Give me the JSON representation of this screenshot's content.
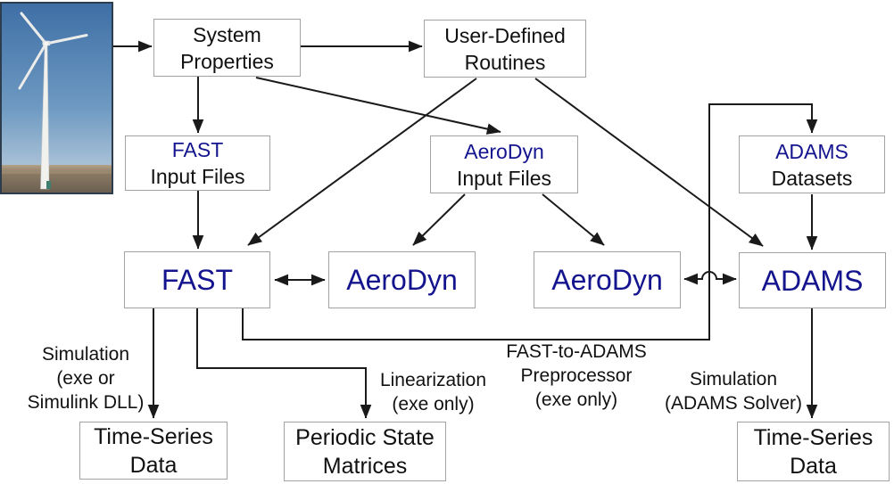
{
  "diagram": {
    "colors": {
      "accent": "#14148F",
      "box_border": "#A3A3A3",
      "arrow": "#1A1A1A",
      "text": "#111111"
    },
    "photo": {
      "name": "wind-turbine-photo"
    },
    "boxes": {
      "system_properties": {
        "line1": "System",
        "line2": "Properties"
      },
      "user_defined_routines": {
        "line1": "User-Defined",
        "line2": "Routines"
      },
      "fast_input_files": {
        "line1": "FAST",
        "line2": "Input Files"
      },
      "aerodyn_input_files": {
        "line1": "AeroDyn",
        "line2": "Input Files"
      },
      "adams_datasets": {
        "line1": "ADAMS",
        "line2": "Datasets"
      },
      "fast": {
        "label": "FAST"
      },
      "aerodyn_left": {
        "label": "AeroDyn"
      },
      "aerodyn_right": {
        "label": "AeroDyn"
      },
      "adams": {
        "label": "ADAMS"
      },
      "time_series_left": {
        "line1": "Time-Series",
        "line2": "Data"
      },
      "periodic_state_matrices": {
        "line1": "Periodic State",
        "line2": "Matrices"
      },
      "time_series_right": {
        "line1": "Time-Series",
        "line2": "Data"
      }
    },
    "labels": {
      "simulation_left": {
        "line1": "Simulation",
        "line2": "(exe or",
        "line3": "Simulink DLL)"
      },
      "linearization": {
        "line1": "Linearization",
        "line2": "(exe only)"
      },
      "fast_to_adams_preprocessor": {
        "line1": "FAST-to-ADAMS",
        "line2": "Preprocessor",
        "line3": "(exe only)"
      },
      "simulation_right": {
        "line1": "Simulation",
        "line2": "(ADAMS Solver)"
      }
    }
  }
}
